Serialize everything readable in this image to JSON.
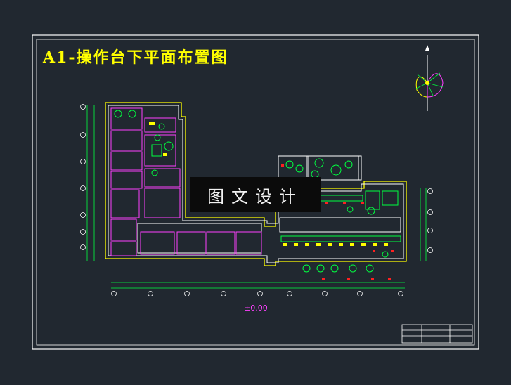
{
  "title": "A1-操作台下平面布置图",
  "watermark": "图文设计",
  "elevation_label": "±0.00",
  "colors": {
    "background": "#212830",
    "frame": "#ffffff",
    "title": "#ffff00",
    "walls": "#ffffff",
    "partitions": "#ff40ff",
    "fixtures": "#00ff40",
    "dimensions": "#00ff40",
    "highlight": "#ffff00",
    "accents": "#ff2020",
    "compass": "#ffff00"
  }
}
